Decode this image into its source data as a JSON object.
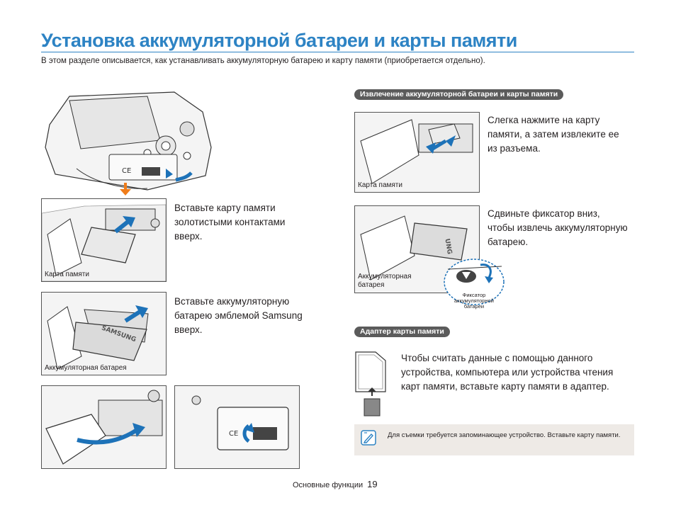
{
  "header": {
    "title": "Установка аккумуляторной батареи и карты памяти",
    "intro": "В этом разделе описывается, как устанавливать аккумуляторную батарею и карту памяти (приобретается отдельно)."
  },
  "left": {
    "step1": {
      "text": "Вставьте карту памяти золотистыми контактами вверх.",
      "caption": "Карта памяти"
    },
    "step2": {
      "text": "Вставьте аккумуляторную батарею эмблемой Samsung вверх.",
      "caption": "Аккумуляторная батарея",
      "battery_logo": "SAMSUNG"
    }
  },
  "right": {
    "section1": {
      "heading": "Извлечение аккумуляторной батареи и карты памяти",
      "card": {
        "text": "Слегка нажмите на карту памяти, а затем извлеките ее из разъема.",
        "caption": "Карта памяти"
      },
      "battery": {
        "text": "Сдвиньте фиксатор вниз, чтобы извлечь аккумуляторную батарею.",
        "caption": "Аккумуляторная батарея",
        "latch_label": "Фиксатор аккумуляторной батареи",
        "battery_logo": "UNG"
      }
    },
    "section2": {
      "heading": "Адаптер карты памяти",
      "text": "Чтобы считать данные с помощью данного устройства, компьютера или устройства чтения карт памяти, вставьте карту памяти в адаптер."
    }
  },
  "note": {
    "icon": "pencil-note-icon",
    "text": "Для съемки требуется запоминающее устройство. Вставьте карту памяти."
  },
  "footer": {
    "section": "Основные функции",
    "page": "19"
  },
  "colors": {
    "accent": "#2d83c4",
    "arrow_blue": "#1d72b8",
    "arrow_orange": "#f07d1a",
    "pill": "#5b5b5b",
    "note_bg": "#eeeae6"
  }
}
